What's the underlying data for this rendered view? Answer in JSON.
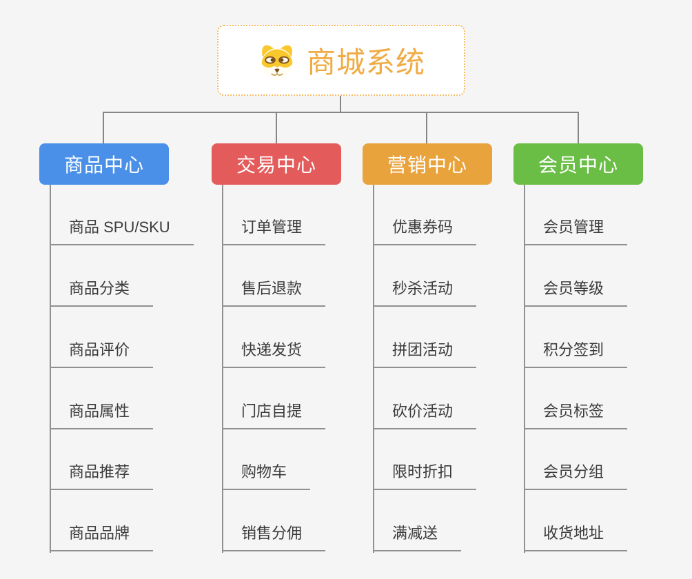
{
  "root": {
    "title": "商城系统",
    "icon": "dog-face-icon",
    "border_color": "#f4bc66",
    "text_color": "#f0ab44"
  },
  "palette": {
    "background": "#f5f5f5",
    "connector": "#868686",
    "child_line": "#909090",
    "child_text": "#3b3b3b"
  },
  "columns": [
    {
      "label": "商品中心",
      "color": "#4a90e8",
      "children": [
        "商品 SPU/SKU",
        "商品分类",
        "商品评价",
        "商品属性",
        "商品推荐",
        "商品品牌"
      ]
    },
    {
      "label": "交易中心",
      "color": "#e45b5b",
      "children": [
        "订单管理",
        "售后退款",
        "快递发货",
        "门店自提",
        "购物车",
        "销售分佣"
      ]
    },
    {
      "label": "营销中心",
      "color": "#e9a33c",
      "children": [
        "优惠券码",
        "秒杀活动",
        "拼团活动",
        "砍价活动",
        "限时折扣",
        "满减送"
      ]
    },
    {
      "label": "会员中心",
      "color": "#6bbe45",
      "children": [
        "会员管理",
        "会员等级",
        "积分签到",
        "会员标签",
        "会员分组",
        "收货地址"
      ]
    }
  ]
}
